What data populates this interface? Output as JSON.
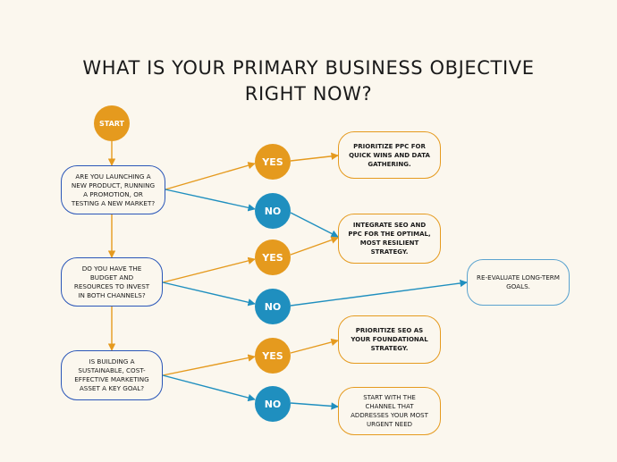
{
  "title": {
    "line1": "WHAT IS YOUR PRIMARY BUSINESS OBJECTIVE",
    "line2": "RIGHT NOW?"
  },
  "nodes": {
    "start": "START",
    "q1": "ARE YOU LAUNCHING A NEW PRODUCT, RUNNING A PROMOTION, OR TESTING A NEW MARKET?",
    "q2": "DO YOU HAVE THE BUDGET AND RESOURCES TO INVEST IN BOTH CHANNELS?",
    "q3": "IS BUILDING A SUSTAINABLE, COST-EFFECTIVE MARKETING ASSET A KEY GOAL?",
    "yes": "YES",
    "no": "NO",
    "a_ppc": "PRIORITIZE PPC FOR QUICK WINS AND DATA GATHERING.",
    "a_integrate": "INTEGRATE SEO AND PPC FOR THE OPTIMAL, MOST RESILIENT STRATEGY.",
    "a_reevaluate": "RE-EVALUATE LONG-TERM GOALS.",
    "a_seo": "PRIORITIZE SEO AS YOUR FOUNDATIONAL STRATEGY.",
    "a_channel": "START WITH THE CHANNEL THAT ADDRESSES YOUR MOST URGENT NEED"
  },
  "colors": {
    "orange": "#e59a1e",
    "blue": "#1f8fbf",
    "question_border": "#2a56b8",
    "background": "#fbf7ee"
  }
}
